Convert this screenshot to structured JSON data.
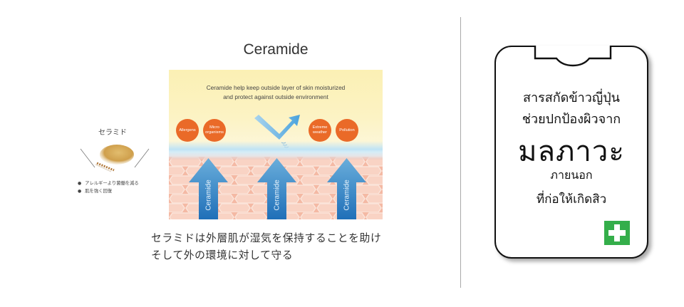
{
  "diagram": {
    "title": "Ceramide",
    "caption_line1": "Ceramide help keep outside layer of skin moisturized",
    "caption_line2": "and protect against outside environment",
    "threats": [
      {
        "line1": "Allergens",
        "line2": ""
      },
      {
        "line1": "Micro",
        "line2": "organisms"
      },
      {
        "line1": "Extreme",
        "line2": "weather"
      },
      {
        "line1": "Pollution",
        "line2": ""
      }
    ],
    "arrows": [
      "Ceramide",
      "Ceramide",
      "Ceramide"
    ],
    "colors": {
      "sky": "#fbf0b4",
      "threat": "#ea6a28",
      "skin": "#f6c6b3",
      "arrow": "#2a7ac0",
      "deflect_arrow": "#6fb3e0"
    }
  },
  "illustration": {
    "title": "セラミド",
    "bullets": [
      "アレルギーより菌働を減る",
      "肌を強く回復"
    ]
  },
  "description": {
    "line1": "セラミドは外層肌が湿気を保持することを助け",
    "line2": "そして外の環境に対して守る"
  },
  "card": {
    "line1": "สารสกัดข้าวญี่ปุ่น",
    "line2": "ช่วยปกป้องผิวจาก",
    "line3": "มลภาวะ",
    "line4": "ภายนอก",
    "line5": "ที่ก่อให้เกิดสิว",
    "badge_icon": "plus-icon",
    "badge_color": "#34ae4a"
  }
}
